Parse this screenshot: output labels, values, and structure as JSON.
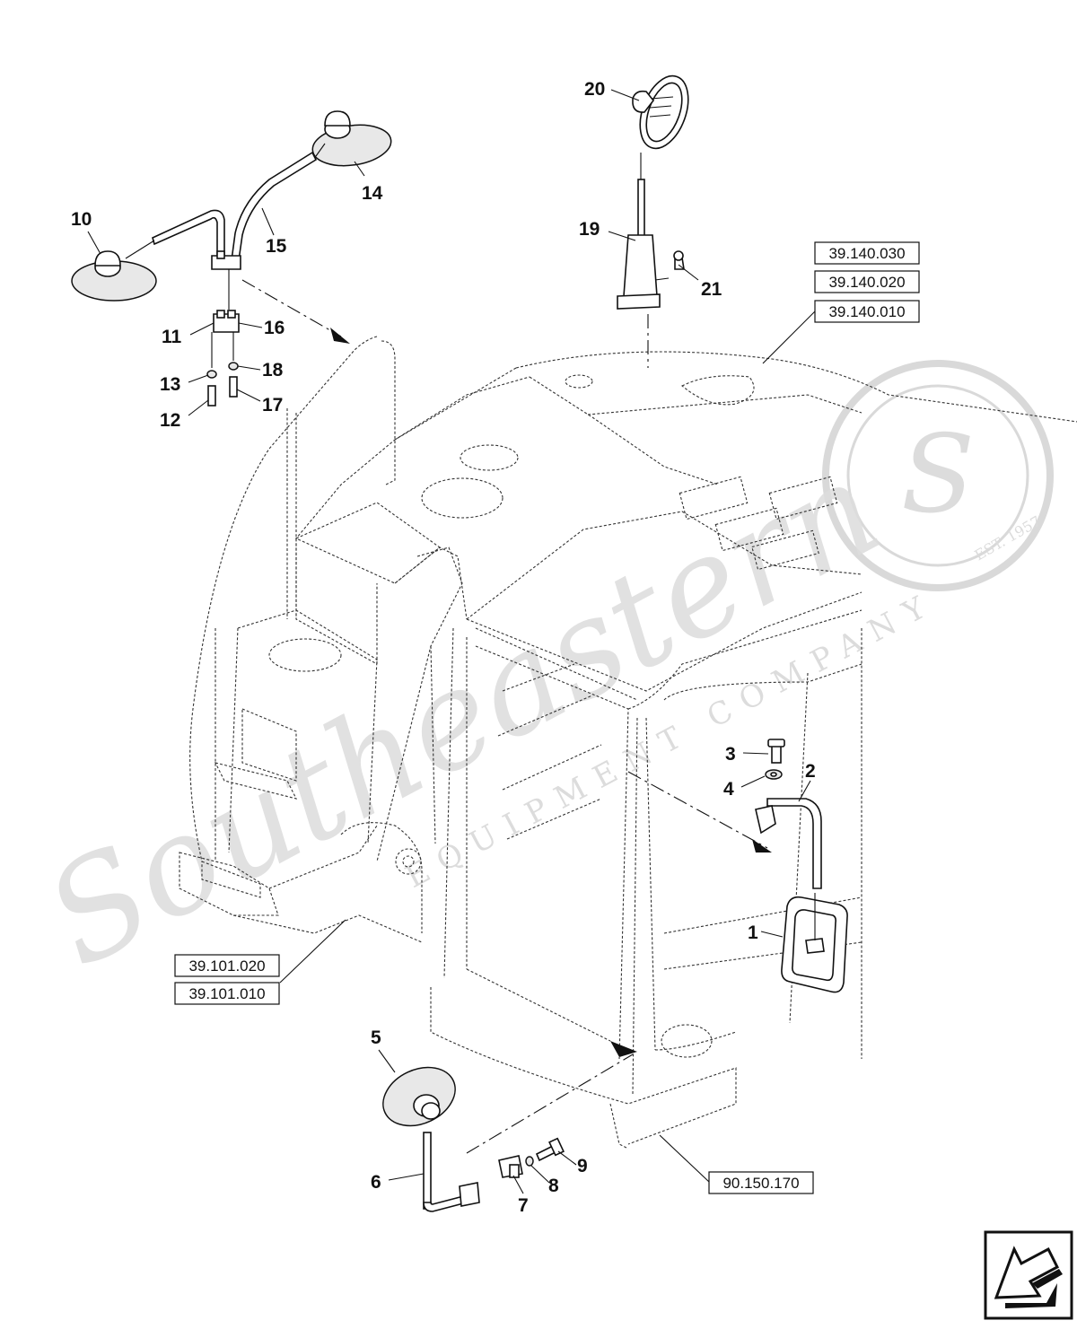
{
  "callouts": [
    {
      "id": "1",
      "label": "1"
    },
    {
      "id": "2",
      "label": "2"
    },
    {
      "id": "3",
      "label": "3"
    },
    {
      "id": "4",
      "label": "4"
    },
    {
      "id": "5",
      "label": "5"
    },
    {
      "id": "6",
      "label": "6"
    },
    {
      "id": "7",
      "label": "7"
    },
    {
      "id": "8",
      "label": "8"
    },
    {
      "id": "9",
      "label": "9"
    },
    {
      "id": "10",
      "label": "10"
    },
    {
      "id": "11",
      "label": "11"
    },
    {
      "id": "12",
      "label": "12"
    },
    {
      "id": "13",
      "label": "13"
    },
    {
      "id": "14",
      "label": "14"
    },
    {
      "id": "15",
      "label": "15"
    },
    {
      "id": "16",
      "label": "16"
    },
    {
      "id": "17",
      "label": "17"
    },
    {
      "id": "18",
      "label": "18"
    },
    {
      "id": "19",
      "label": "19"
    },
    {
      "id": "20",
      "label": "20"
    },
    {
      "id": "21",
      "label": "21"
    }
  ],
  "references": [
    {
      "id": "ref-39-140-030",
      "code": "39.140.030"
    },
    {
      "id": "ref-39-140-020",
      "code": "39.140.020"
    },
    {
      "id": "ref-39-140-010",
      "code": "39.140.010"
    },
    {
      "id": "ref-39-101-020",
      "code": "39.101.020"
    },
    {
      "id": "ref-39-101-010",
      "code": "39.101.010"
    },
    {
      "id": "ref-90-150-170",
      "code": "90.150.170"
    }
  ],
  "watermark": {
    "brand": "Southeastern",
    "sub": "EQUIPMENT COMPANY",
    "badge_letter": "S",
    "badge_text": "EST. 1957"
  },
  "navigation": {
    "icon": "previous-page-arrow-icon"
  }
}
